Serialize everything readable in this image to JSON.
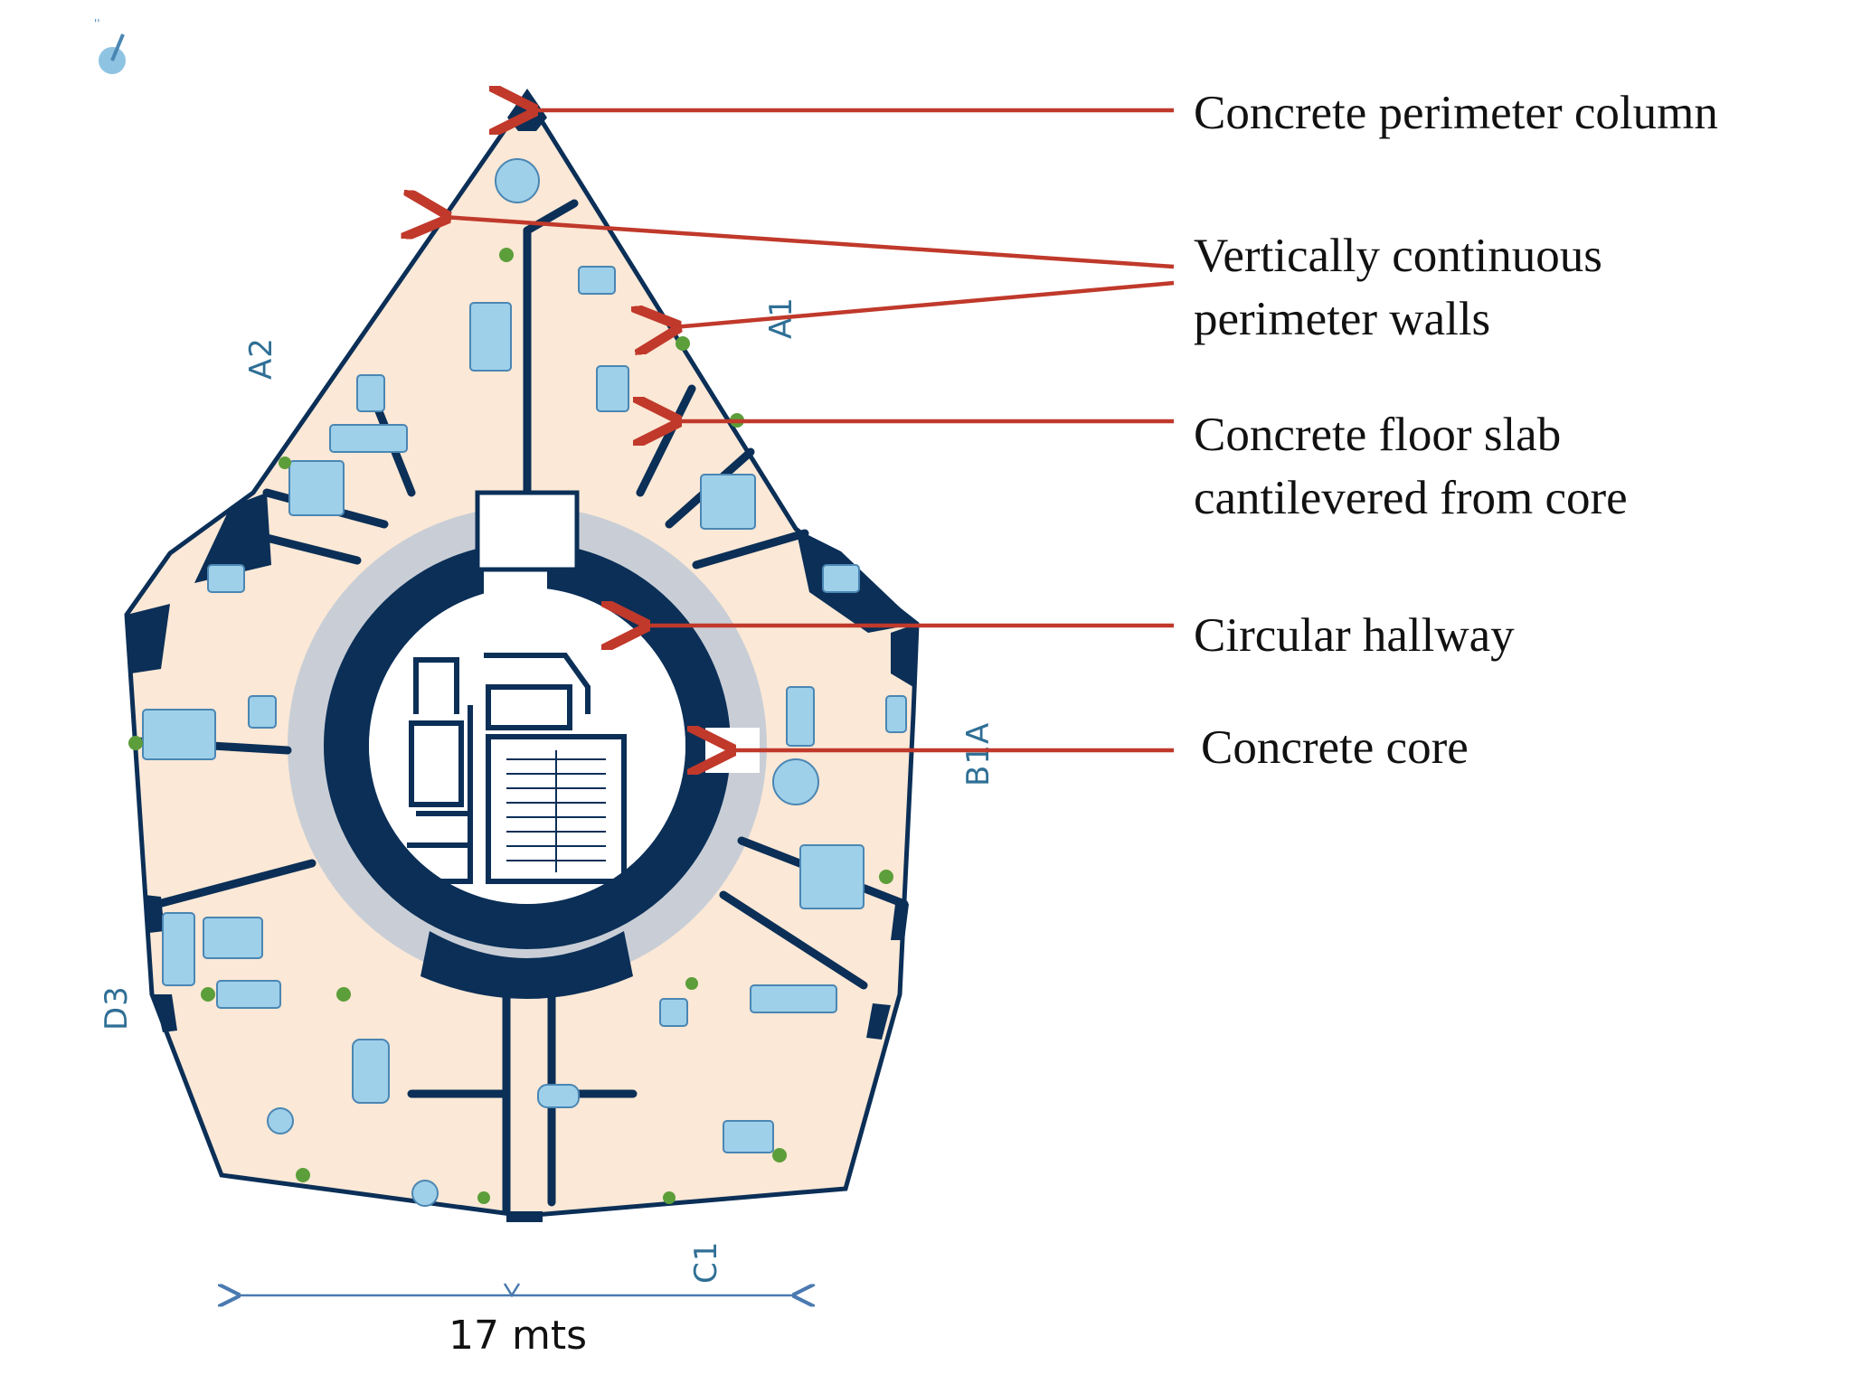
{
  "callouts": [
    {
      "lines": [
        "Concrete perimeter column"
      ]
    },
    {
      "lines": [
        "Vertically continuous",
        "perimeter walls"
      ]
    },
    {
      "lines": [
        "Concrete floor slab",
        "cantilevered from core"
      ]
    },
    {
      "lines": [
        "Circular hallway"
      ]
    },
    {
      "lines": [
        "Concrete core"
      ]
    }
  ],
  "units": [
    "A1",
    "A2",
    "B1A",
    "C1",
    "D3"
  ],
  "dimension": {
    "label": "17 mts"
  },
  "colors": {
    "arrow": "#c0392b",
    "structure": "#0b2f57",
    "floor": "#fbe8d6",
    "hallway": "#c9ced6",
    "furniture": "#9fd0ea",
    "dimension_line": "#4a7ab0",
    "plant": "#5c9e3a"
  }
}
